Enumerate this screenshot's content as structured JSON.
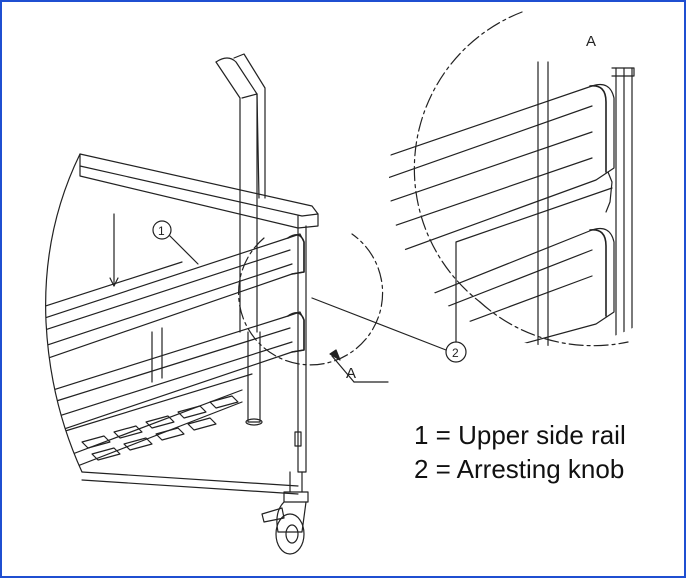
{
  "detail": {
    "label_top": "A",
    "label_pointer": "A"
  },
  "callouts": [
    {
      "number": "1"
    },
    {
      "number": "2"
    }
  ],
  "legend": [
    {
      "text": "1 = Upper side rail"
    },
    {
      "text": "2 = Arresting knob"
    }
  ],
  "colors": {
    "frame_border": "#1f4fd1",
    "line": "#222222"
  }
}
